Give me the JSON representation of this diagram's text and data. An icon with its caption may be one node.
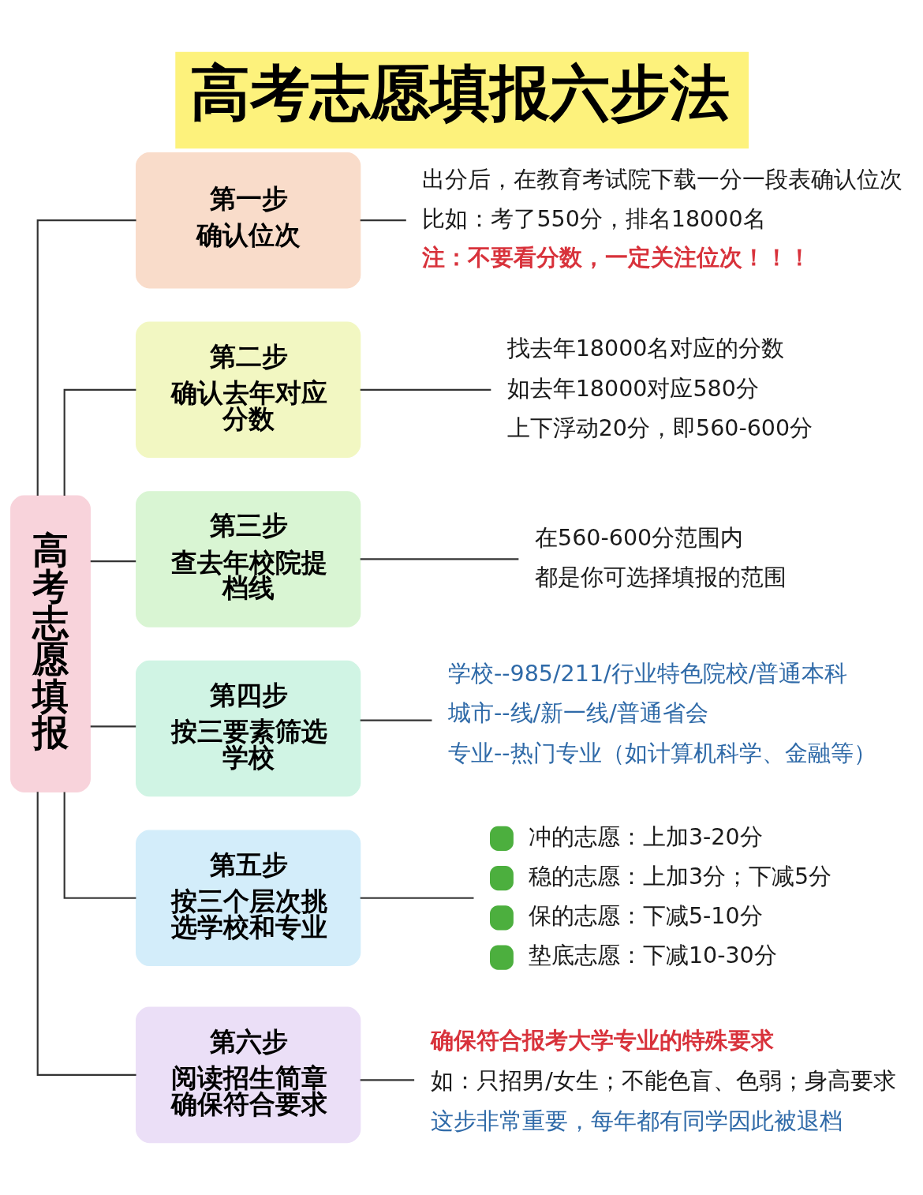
{
  "diagram": {
    "title": "高考志愿填报六步法",
    "nodes": [
      {
        "text": [
          "高考志愿填报"
        ]
      },
      {
        "text": [
          "第一步",
          "确认位次"
        ]
      },
      {
        "text": [
          "出分后，在教育考试院下载一分一段表确认位次",
          "比如：考了550分，排名18000名",
          "注：不要看分数，一定关注位次！！！"
        ]
      },
      {
        "text": [
          "第二步",
          "确认去年对应分数"
        ]
      },
      {
        "text": [
          "找去年18000名对应的分数",
          "如去年18000对应580分",
          "上下浮动20分，即560-600分"
        ]
      },
      {
        "text": [
          "第三步",
          "查去年校院提档线"
        ]
      },
      {
        "text": [
          "在560-600分范围内",
          "都是你可选择填报的范围"
        ]
      },
      {
        "text": [
          "第四步",
          "按三要素筛选学校"
        ]
      },
      {
        "text": [
          "学校--985/211/行业特色院校/普通本科",
          "城市--线/新一线/普通省会",
          "专业--热门专业（如计算机科学、金融等）"
        ]
      },
      {
        "text": [
          "第五步",
          "按三个层次挑选学校和专业"
        ]
      },
      {
        "text": [
          "冲的志愿：上加3-20分",
          "稳的志愿：上加3分；下减5分",
          "保的志愿：下减5-10分",
          "垫底志愿：下减10-30分"
        ]
      },
      {
        "text": [
          "第六步",
          "阅读招生简章确保符合要求"
        ]
      },
      {
        "text": [
          "确保符合报考大学专业的特殊要求",
          "如：只招男/女生；不能色盲、色弱；身高要求",
          "这步非常重要，每年都有同学因此被退档"
        ]
      }
    ],
    "edges": [
      {
        "from": 0,
        "to": 1,
        "arrow": "none"
      },
      {
        "from": 0,
        "to": 3,
        "arrow": "none"
      },
      {
        "from": 0,
        "to": 5,
        "arrow": "none"
      },
      {
        "from": 0,
        "to": 7,
        "arrow": "none"
      },
      {
        "from": 0,
        "to": 9,
        "arrow": "none"
      },
      {
        "from": 0,
        "to": 11,
        "arrow": "none"
      },
      {
        "from": 1,
        "to": 2,
        "arrow": "none"
      },
      {
        "from": 3,
        "to": 4,
        "arrow": "none"
      },
      {
        "from": 5,
        "to": 6,
        "arrow": "none"
      },
      {
        "from": 7,
        "to": 8,
        "arrow": "none"
      },
      {
        "from": 9,
        "to": 10,
        "arrow": "none"
      },
      {
        "from": 11,
        "to": 12,
        "arrow": "none"
      }
    ]
  }
}
